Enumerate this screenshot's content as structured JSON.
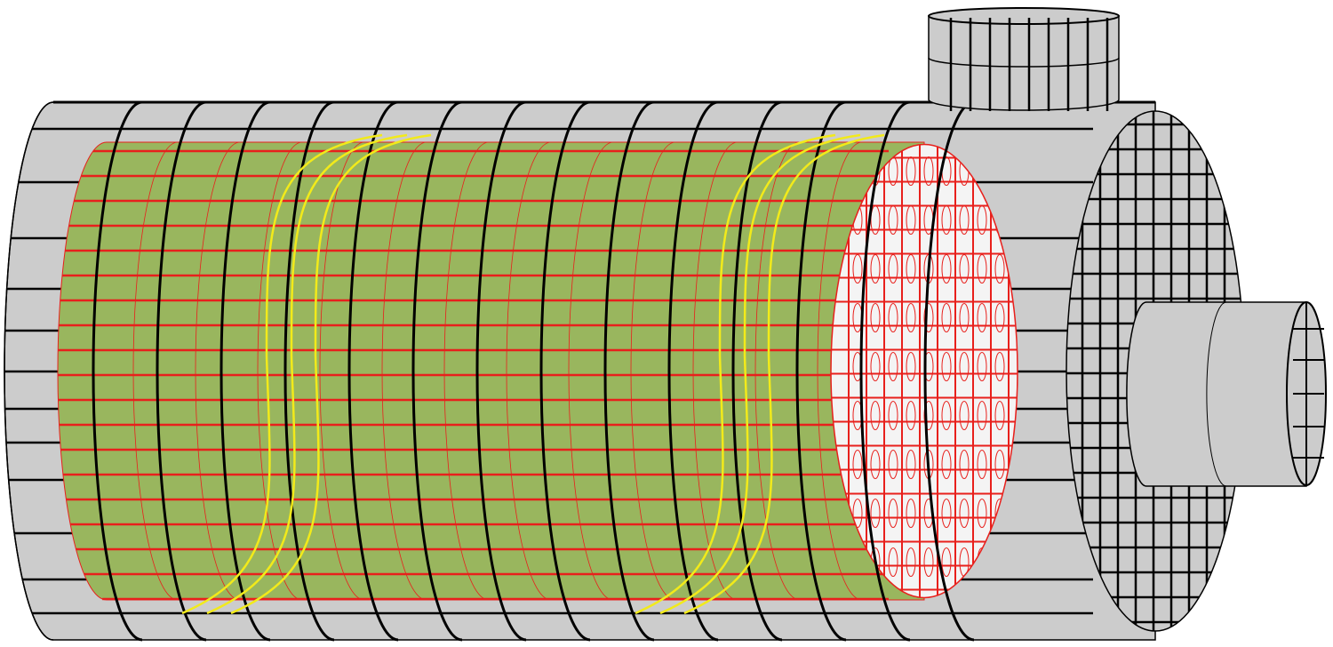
{
  "diagram": {
    "colors": {
      "shell": "#cccccc",
      "mesh": "#000000",
      "inner_core": "#99b65e",
      "inner_mesh": "#e8201c",
      "end_face": "#f4f4f4",
      "streamline": "#f2ea1a"
    },
    "components": [
      "outer-shell",
      "inner-core",
      "end-face-grid",
      "right-cap",
      "top-pipe",
      "side-pipe",
      "streamlines"
    ]
  }
}
